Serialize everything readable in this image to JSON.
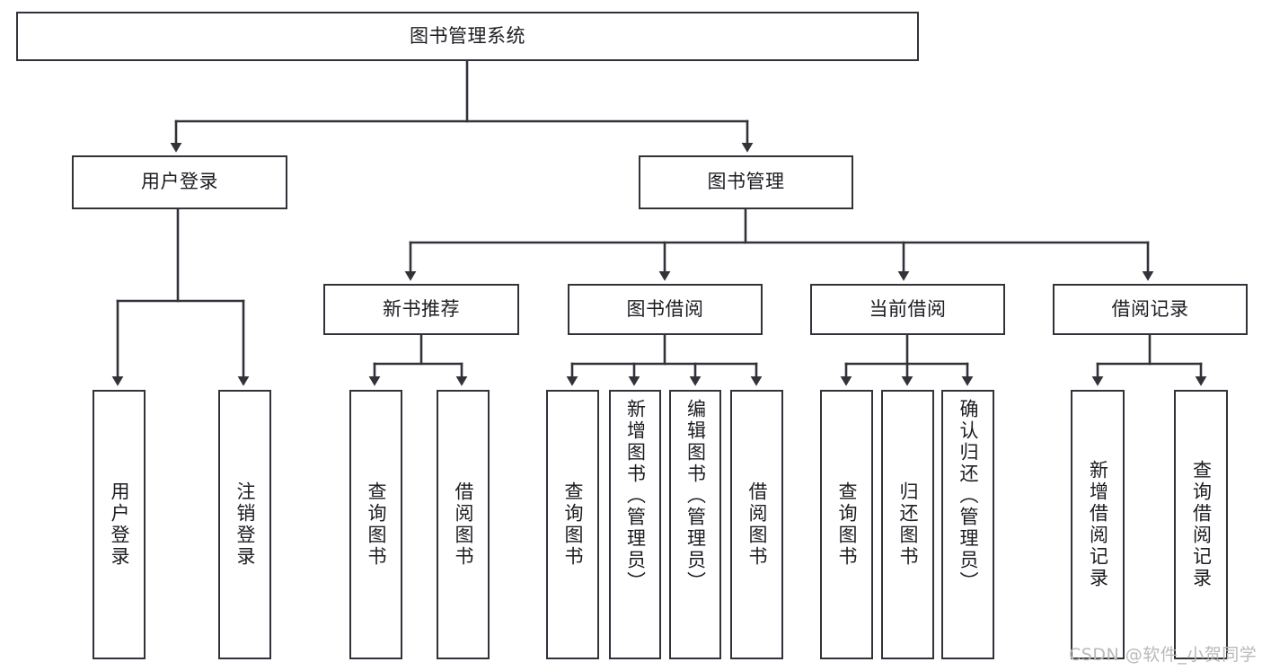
{
  "diagram": {
    "type": "tree-hierarchy",
    "title": "图书管理系统",
    "colors": {
      "box_border": "#32323a",
      "box_fill": "#ffffff",
      "edge": "#32323a",
      "text": "#1c1c22",
      "watermark": "#b9b9b9",
      "background": "#ffffff"
    },
    "levels": {
      "root": {
        "label": "图书管理系统"
      },
      "level2": [
        {
          "label": "用户登录"
        },
        {
          "label": "图书管理"
        }
      ],
      "level3": [
        {
          "label": "新书推荐"
        },
        {
          "label": "图书借阅"
        },
        {
          "label": "当前借阅"
        },
        {
          "label": "借阅记录"
        }
      ],
      "leaves": [
        {
          "label": "用户登录",
          "parent": "用户登录"
        },
        {
          "label": "注销登录",
          "parent": "用户登录"
        },
        {
          "label": "查询图书",
          "parent": "新书推荐"
        },
        {
          "label": "借阅图书",
          "parent": "新书推荐"
        },
        {
          "label": "查询图书",
          "parent": "图书借阅"
        },
        {
          "label": "新增图书（管理员）",
          "parent": "图书借阅"
        },
        {
          "label": "编辑图书（管理员）",
          "parent": "图书借阅"
        },
        {
          "label": "借阅图书",
          "parent": "图书借阅"
        },
        {
          "label": "查询图书",
          "parent": "当前借阅"
        },
        {
          "label": "归还图书",
          "parent": "当前借阅"
        },
        {
          "label": "确认归还（管理员）",
          "parent": "当前借阅"
        },
        {
          "label": "新增借阅记录",
          "parent": "借阅记录"
        },
        {
          "label": "查询借阅记录",
          "parent": "借阅记录"
        }
      ]
    }
  },
  "watermark": {
    "text": "CSDN @软件_小贺同学"
  }
}
